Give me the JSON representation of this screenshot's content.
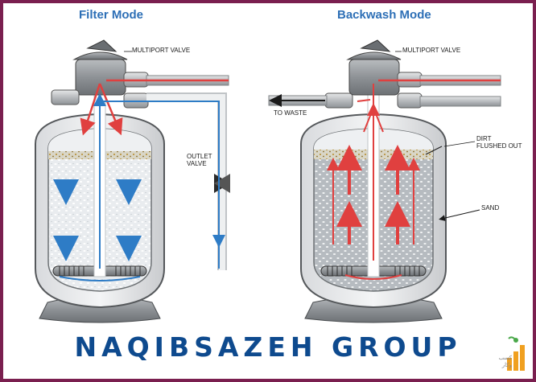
{
  "titles": {
    "filter_mode": "Filter Mode",
    "backwash_mode": "Backwash Mode"
  },
  "labels": {
    "multiport_valve_left": "MULTIPORT VALVE",
    "multiport_valve_right": "MULTIPORT VALVE",
    "outlet_valve": "OUTLET\nVALVE",
    "to_waste": "TO WASTE",
    "dirt_flushed_out": "DIRT\nFLUSHED OUT",
    "sand": "SAND"
  },
  "footer": {
    "group_name": "NAQIBSAZEH GROUP"
  },
  "badge": {
    "text_line1": "کسب",
    "text_line2": "وکار"
  },
  "colors": {
    "frame": "#7a1f4f",
    "title": "#2d6fb6",
    "footer": "#0e4a8e",
    "flow_red": "#e0403f",
    "flow_blue": "#2e7cc6"
  }
}
